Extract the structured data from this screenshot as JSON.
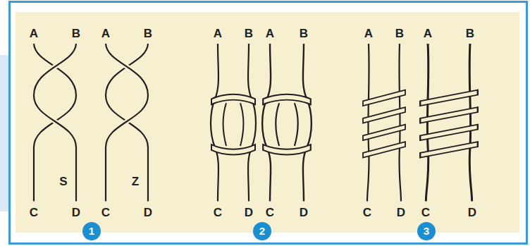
{
  "diagram": {
    "labels": [
      "A",
      "B",
      "A",
      "B",
      "S",
      "Z",
      "C",
      "D",
      "C",
      "D",
      "1",
      "A",
      "B",
      "A",
      "B",
      "C",
      "D",
      "C",
      "D",
      "2",
      "A",
      "B",
      "A",
      "B",
      "C",
      "D",
      "C",
      "D",
      "3"
    ]
  }
}
